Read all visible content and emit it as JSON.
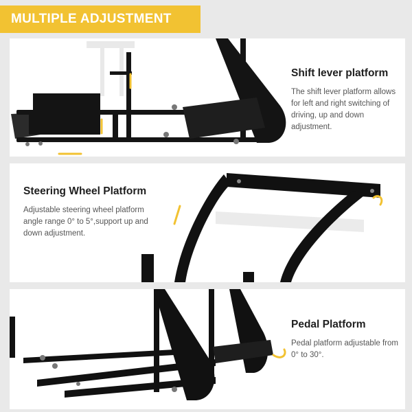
{
  "banner": {
    "label": "MULTIPLE ADJUSTMENT"
  },
  "sections": [
    {
      "title": "Shift lever platform",
      "description": "The shift lever platform allows for left and right switching of driving, up and down adjustment."
    },
    {
      "title": "Steering Wheel Platform",
      "description": "Adjustable steering wheel platform angle range 0° to 5°,support up and down adjustment."
    },
    {
      "title": "Pedal Platform",
      "description": "Pedal platform adjustable from 0° to 30°."
    }
  ],
  "colors": {
    "banner": "#f2c232",
    "arrow": "#f2c232",
    "frame": "#111111"
  }
}
